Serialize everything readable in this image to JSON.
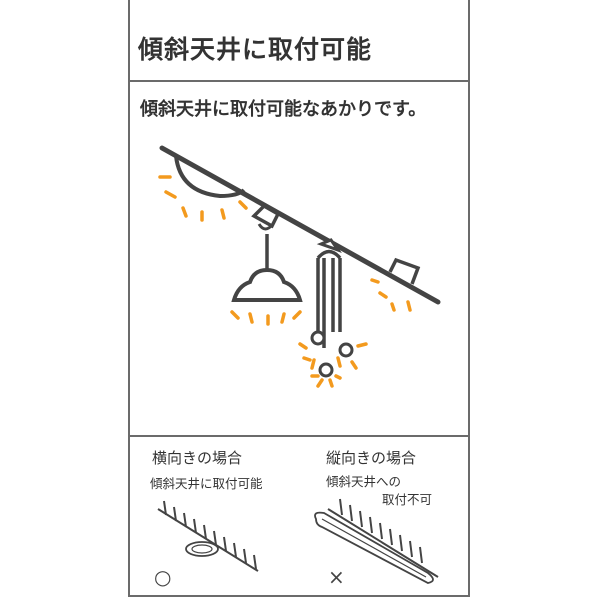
{
  "header": {
    "title": "傾斜天井に取付可能"
  },
  "description": "傾斜天井に取付可能なあかりです。",
  "colors": {
    "accent": "#f39a1e",
    "line": "#444444",
    "border": "#6b6b6b"
  },
  "horizontal": {
    "title": "横向きの場合",
    "subtitle": "傾斜天井に取付可能",
    "mark": "○"
  },
  "vertical": {
    "title": "縦向きの場合",
    "subtitle_line1": "傾斜天井への",
    "subtitle_line2": "取付不可",
    "mark": "×"
  }
}
